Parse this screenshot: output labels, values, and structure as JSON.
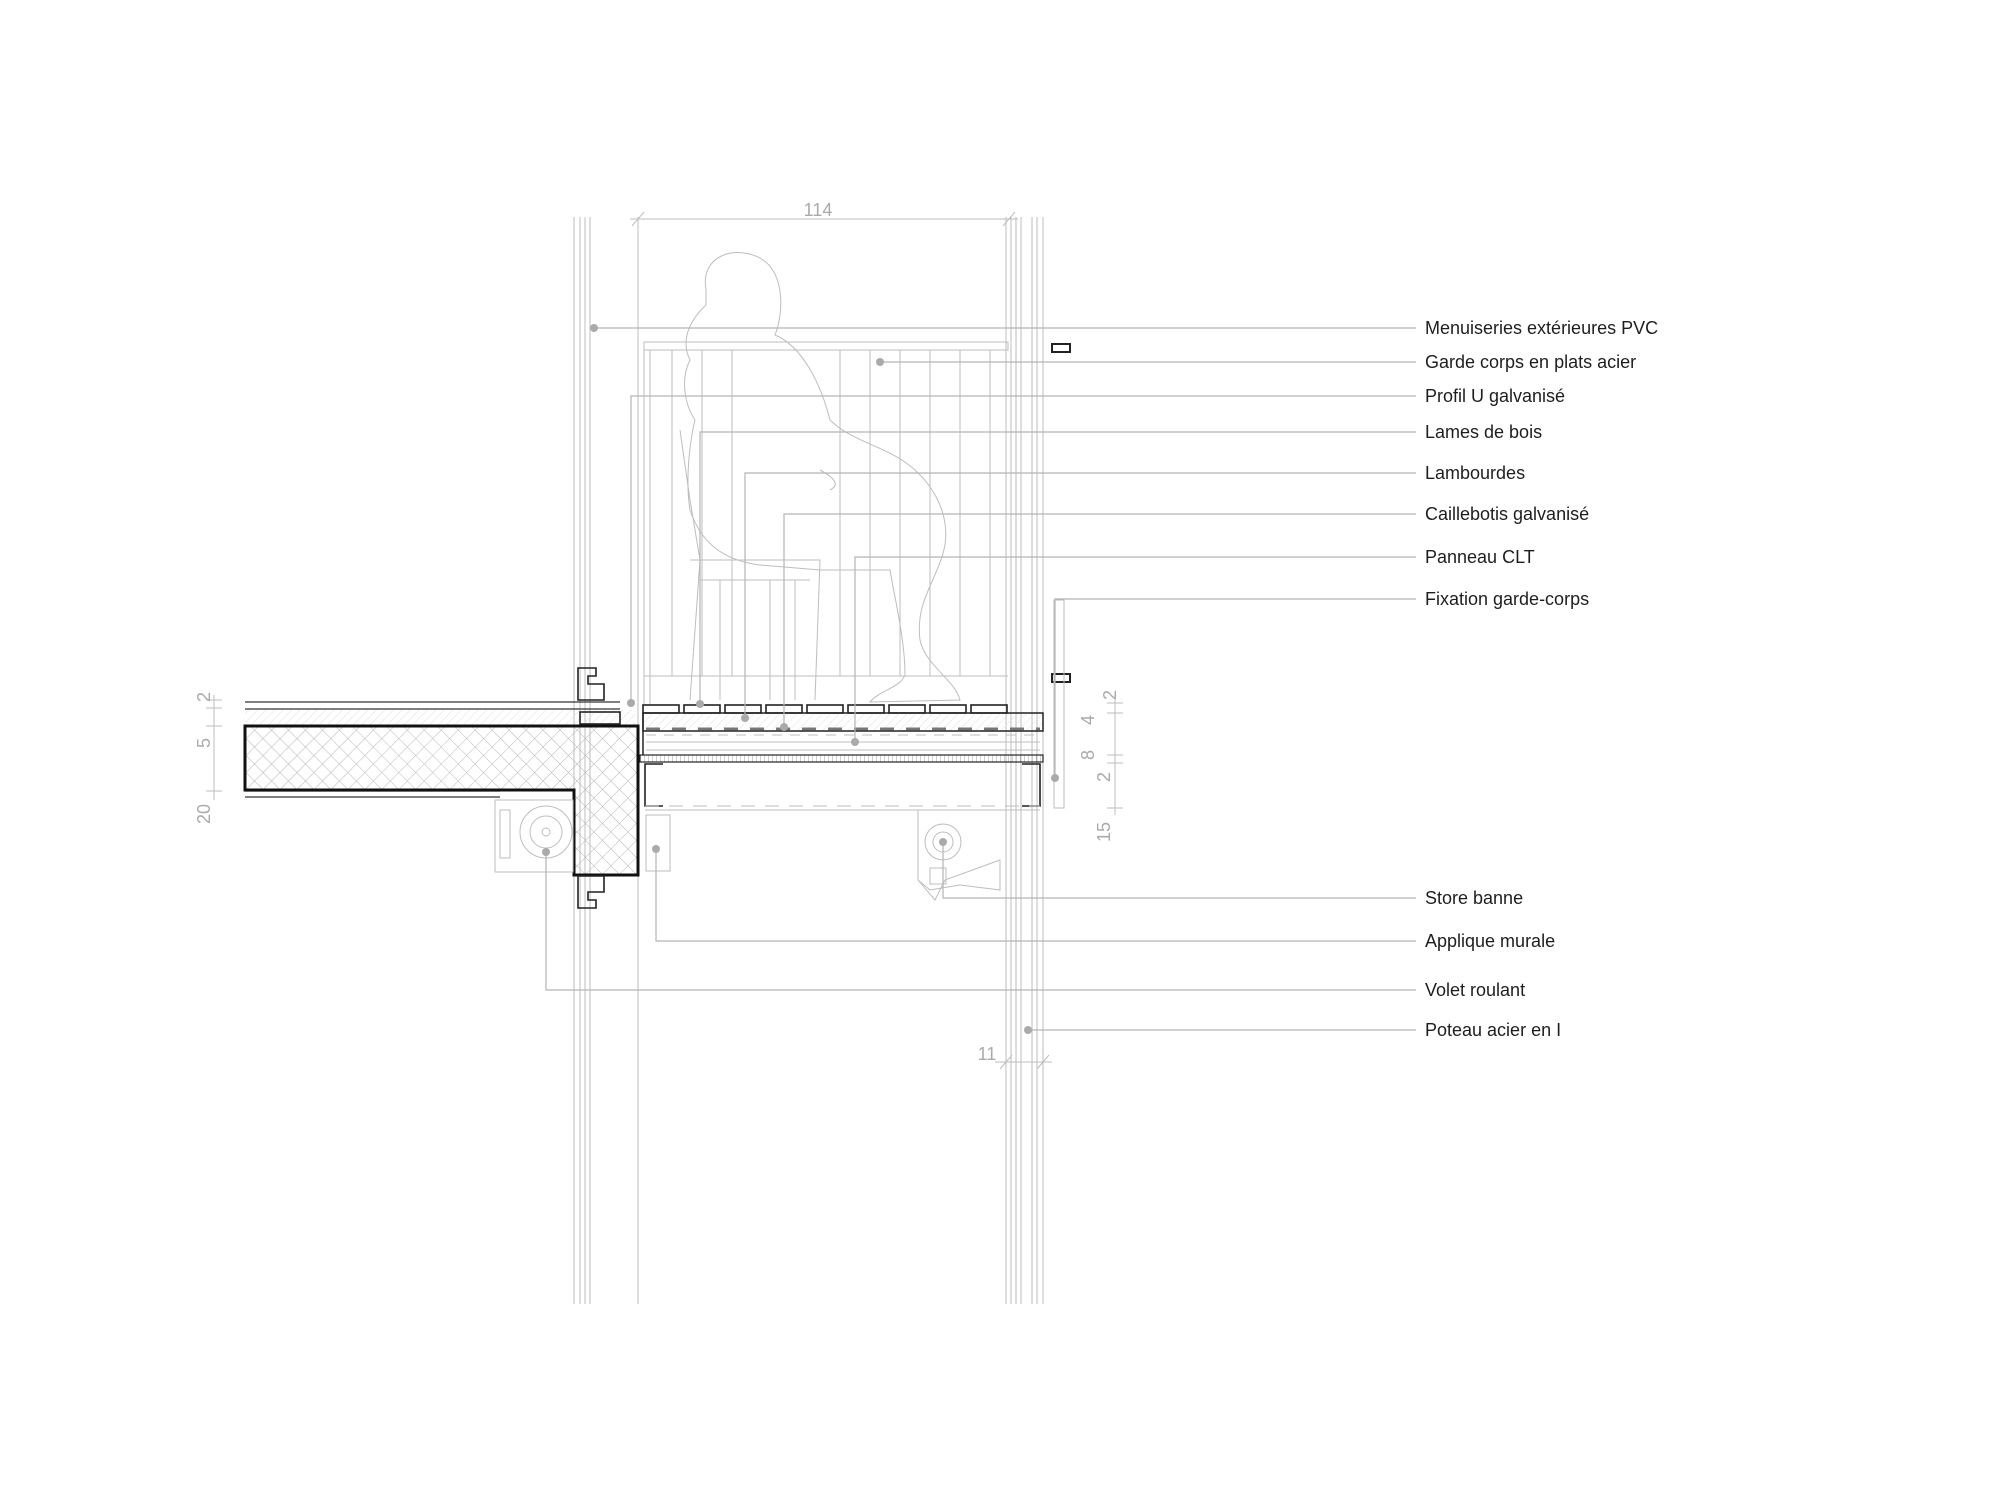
{
  "drawing": {
    "dimensions": {
      "width_top": "114",
      "left_2": "2",
      "left_5": "5",
      "left_20": "20",
      "right_4": "4",
      "right_8": "8",
      "right_2": "2",
      "right_15": "15",
      "post_11": "11"
    },
    "labels": [
      "Menuiseries extérieures PVC",
      "Garde corps en plats acier",
      "Profil U galvanisé",
      "Lames de bois",
      "Lambourdes",
      "Caillebotis galvanisé",
      "Panneau CLT",
      "Fixation garde-corps",
      "Store banne",
      "Applique murale",
      "Volet roulant",
      "Poteau acier en I"
    ]
  }
}
